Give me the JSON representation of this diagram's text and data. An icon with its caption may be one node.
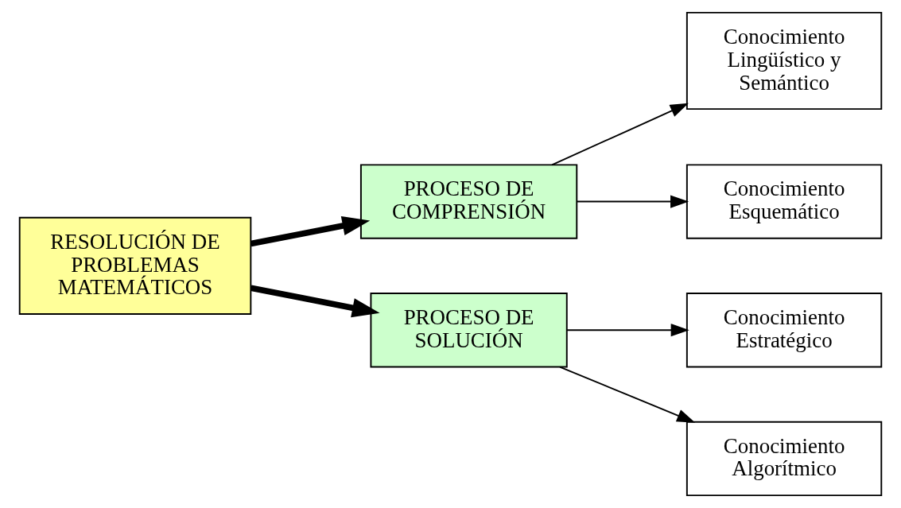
{
  "diagram": {
    "nodes": [
      {
        "text": [
          "RESOLUCIÓN DE PROBLEMAS MATEMÁTICOS"
        ]
      },
      {
        "text": [
          "PROCESO DE COMPRENSIÓN"
        ]
      },
      {
        "text": [
          "PROCESO DE SOLUCIÓN"
        ]
      },
      {
        "text": [
          "Conocimiento Lingüístico y Semántico"
        ]
      },
      {
        "text": [
          "Conocimiento Esquemático"
        ]
      },
      {
        "text": [
          "Conocimiento Estratégico"
        ]
      },
      {
        "text": [
          "Conocimiento Algorítmico"
        ]
      }
    ],
    "edges": [
      {
        "from": 0,
        "to": 1,
        "arrow": "to",
        "style": "thick"
      },
      {
        "from": 0,
        "to": 2,
        "arrow": "to",
        "style": "thick"
      },
      {
        "from": 1,
        "to": 3,
        "arrow": "to"
      },
      {
        "from": 1,
        "to": 4,
        "arrow": "to"
      },
      {
        "from": 2,
        "to": 5,
        "arrow": "to"
      },
      {
        "from": 2,
        "to": 6,
        "arrow": "to"
      }
    ]
  }
}
